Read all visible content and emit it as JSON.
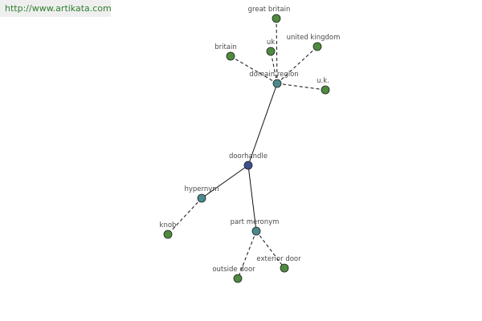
{
  "header": {
    "url": "http://www.artikata.com"
  },
  "graph": {
    "colors": {
      "root": "#3d4f8f",
      "relation": "#4a8a8a",
      "leaf": "#4e8b3e"
    },
    "nodes": [
      {
        "id": "doorhandle",
        "label": "doorhandle",
        "kind": "root"
      },
      {
        "id": "domain_region",
        "label": "domain region",
        "kind": "relation"
      },
      {
        "id": "hypernym",
        "label": "hypernym",
        "kind": "relation"
      },
      {
        "id": "part_meronym",
        "label": "part meronym",
        "kind": "relation"
      },
      {
        "id": "great_britain",
        "label": "great britain",
        "kind": "leaf"
      },
      {
        "id": "uk",
        "label": "uk",
        "kind": "leaf"
      },
      {
        "id": "united_kingdom",
        "label": "united kingdom",
        "kind": "leaf"
      },
      {
        "id": "britain",
        "label": "britain",
        "kind": "leaf"
      },
      {
        "id": "u_k",
        "label": "u.k.",
        "kind": "leaf"
      },
      {
        "id": "knob",
        "label": "knob",
        "kind": "leaf"
      },
      {
        "id": "outside_door",
        "label": "outside door",
        "kind": "leaf"
      },
      {
        "id": "exterior_door",
        "label": "exterior door",
        "kind": "leaf"
      }
    ],
    "edges": [
      {
        "from": "doorhandle",
        "to": "domain_region",
        "style": "solid"
      },
      {
        "from": "doorhandle",
        "to": "hypernym",
        "style": "solid"
      },
      {
        "from": "doorhandle",
        "to": "part_meronym",
        "style": "solid"
      },
      {
        "from": "domain_region",
        "to": "great_britain",
        "style": "dashed"
      },
      {
        "from": "domain_region",
        "to": "uk",
        "style": "dashed"
      },
      {
        "from": "domain_region",
        "to": "united_kingdom",
        "style": "dashed"
      },
      {
        "from": "domain_region",
        "to": "britain",
        "style": "dashed"
      },
      {
        "from": "domain_region",
        "to": "u_k",
        "style": "dashed"
      },
      {
        "from": "hypernym",
        "to": "knob",
        "style": "dashed"
      },
      {
        "from": "part_meronym",
        "to": "outside_door",
        "style": "dashed"
      },
      {
        "from": "part_meronym",
        "to": "exterior_door",
        "style": "dashed"
      }
    ]
  }
}
